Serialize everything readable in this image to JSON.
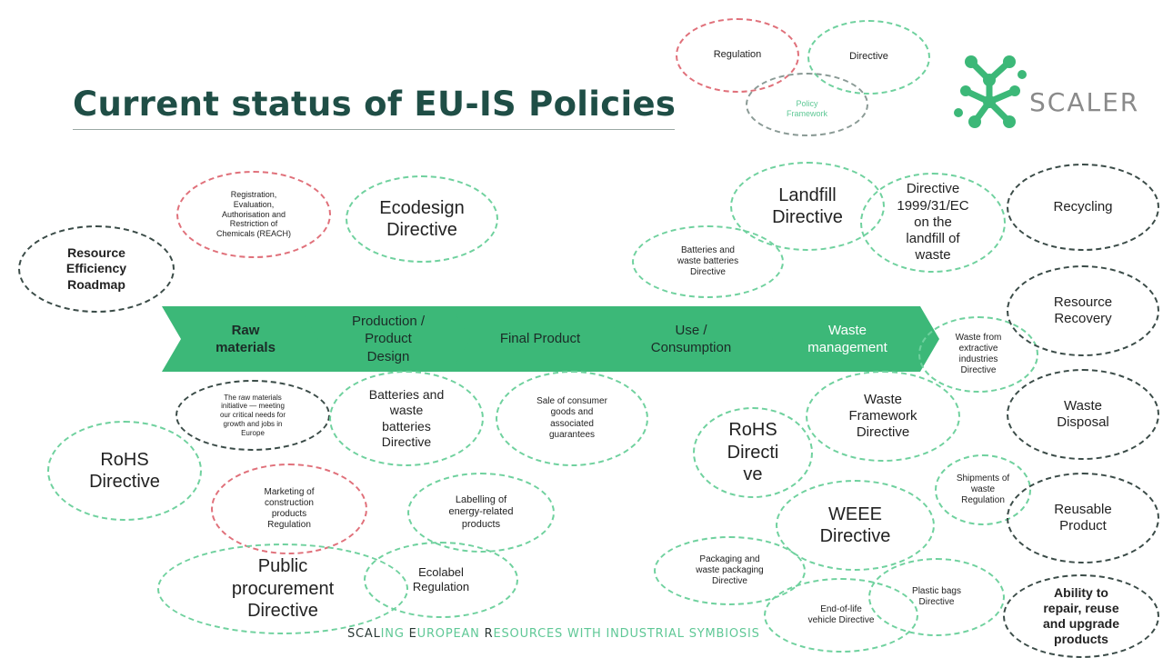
{
  "title": "Current status of EU-IS Policies",
  "colors": {
    "accent": "#3cb878",
    "dark_green": "#1f4e46",
    "regulation_red": "#e0707a",
    "directive_green": "#6fd19e",
    "dark_border": "#3a4b47"
  },
  "legend": {
    "regulation": "Regulation",
    "directive": "Directive",
    "framework": "Policy\nFramework"
  },
  "logo": {
    "icon": "molecule-icon",
    "word": "SCALER"
  },
  "flow": {
    "raw": "Raw\nmaterials",
    "production": "Production /\nProduct\nDesign",
    "final": "Final Product",
    "use": "Use /\nConsumption",
    "waste": "Waste\nmanagement"
  },
  "policies": {
    "resource_efficiency": "Resource\nEfficiency\nRoadmap",
    "reach": "Registration,\nEvaluation,\nAuthorisation and\nRestriction of\nChemicals (REACH)",
    "ecodesign": "Ecodesign\nDirective",
    "landfill": "Landfill\nDirective",
    "landfill_1999": "Directive\n1999/31/EC\non the\nlandfill of\nwaste",
    "batteries_top": "Batteries and\nwaste batteries\nDirective",
    "raw_materials_initiative": "The raw materials\ninitiative — meeting\nour critical needs for\ngrowth and jobs in\nEurope",
    "batteries_mid": "Batteries and\nwaste\nbatteries\nDirective",
    "sale_consumer": "Sale of consumer\ngoods and\nassociated\nguarantees",
    "rohs_left": "RoHS\nDirective",
    "marketing_construction": "Marketing of\nconstruction\nproducts\nRegulation",
    "labelling_energy": "Labelling of\nenergy-related\nproducts",
    "public_procurement": "Public\nprocurement\nDirective",
    "ecolabel": "Ecolabel\nRegulation",
    "waste_extractive": "Waste from\nextractive\nindustries\nDirective",
    "waste_framework": "Waste\nFramework\nDirective",
    "rohs_right": "RoHS\nDirecti\nve",
    "shipments_waste": "Shipments of\nwaste\nRegulation",
    "weee": "WEEE\nDirective",
    "packaging": "Packaging and\nwaste packaging\nDirective",
    "end_of_life": "End-of-life\nvehicle Directive",
    "plastic_bags": "Plastic bags\nDirective"
  },
  "outcomes": {
    "recycling": "Recycling",
    "resource_recovery": "Resource\nRecovery",
    "waste_disposal": "Waste\nDisposal",
    "reusable": "Reusable\nProduct",
    "repair": "Ability to\nrepair, reuse\nand upgrade\nproducts"
  },
  "footer": {
    "p1": "SCAL",
    "p2": "ING ",
    "p3": "E",
    "p4": "UROPEAN ",
    "p5": "R",
    "p6": "ESOURCES WITH INDUSTRIAL SYMBIOSIS"
  }
}
